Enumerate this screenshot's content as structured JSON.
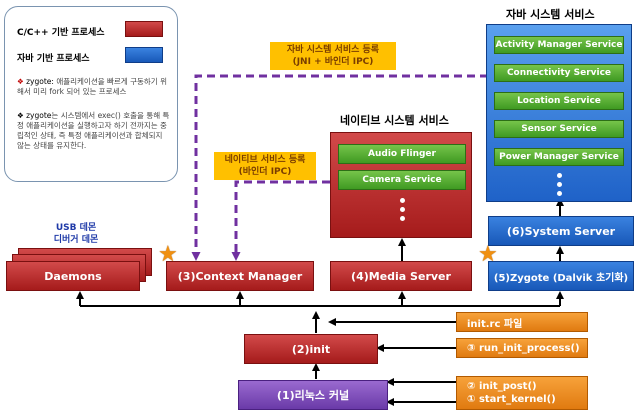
{
  "legend": {
    "native_label": "C/C++ 기반 프로세스",
    "java_label": "자바 기반 프로세스",
    "native_color": "#c0302c",
    "java_color": "#1f62c8",
    "note1_title": "zygote:",
    "note1": " 애플리케이션을 빠르게 구동하기 위해서 미리 fork 되어 있는 프로세스",
    "note2_title": "zygote",
    "note2": "는 시스템에서 exec() 호출을 통해 특정 애플리케이션을 실행하고자 하기 전까지는 중립적인 상태, 즉 특정 애플리케이션과 합체되지 않는 상태를 유지한다."
  },
  "java_services": {
    "title": "자바 시스템 서비스",
    "items": [
      "Activity Manager Service",
      "Connectivity Service",
      "Location Service",
      "Sensor Service",
      "Power Manager Service"
    ]
  },
  "native_services": {
    "title": "네이티브 시스템 서비스",
    "items": [
      "Audio Flinger",
      "Camera Service"
    ]
  },
  "notes": {
    "java_registration_line1": "자바 시스템 서비스 등록",
    "java_registration_line2": "(JNI + 바인더 IPC)",
    "native_registration_line1": "네이티브 서비스 등록",
    "native_registration_line2": "(바인더 IPC)"
  },
  "usb": {
    "line1": "USB 데몬",
    "line2": "디버거 데몬",
    "line3": "..."
  },
  "processes": {
    "daemons": "Daemons",
    "context_manager": "(3)Context Manager",
    "media_server": "(4)Media Server",
    "zygote": "(5)Zygote (Dalvik 초기화)",
    "system_server": "(6)System Server",
    "init": "(2)init",
    "kernel": "(1)리눅스 커널"
  },
  "steps": {
    "init_rc": "init.rc 파일",
    "run_init": "③ run_init_process()",
    "init_post": "② init_post()",
    "start_kernel": "① start_kernel()"
  }
}
